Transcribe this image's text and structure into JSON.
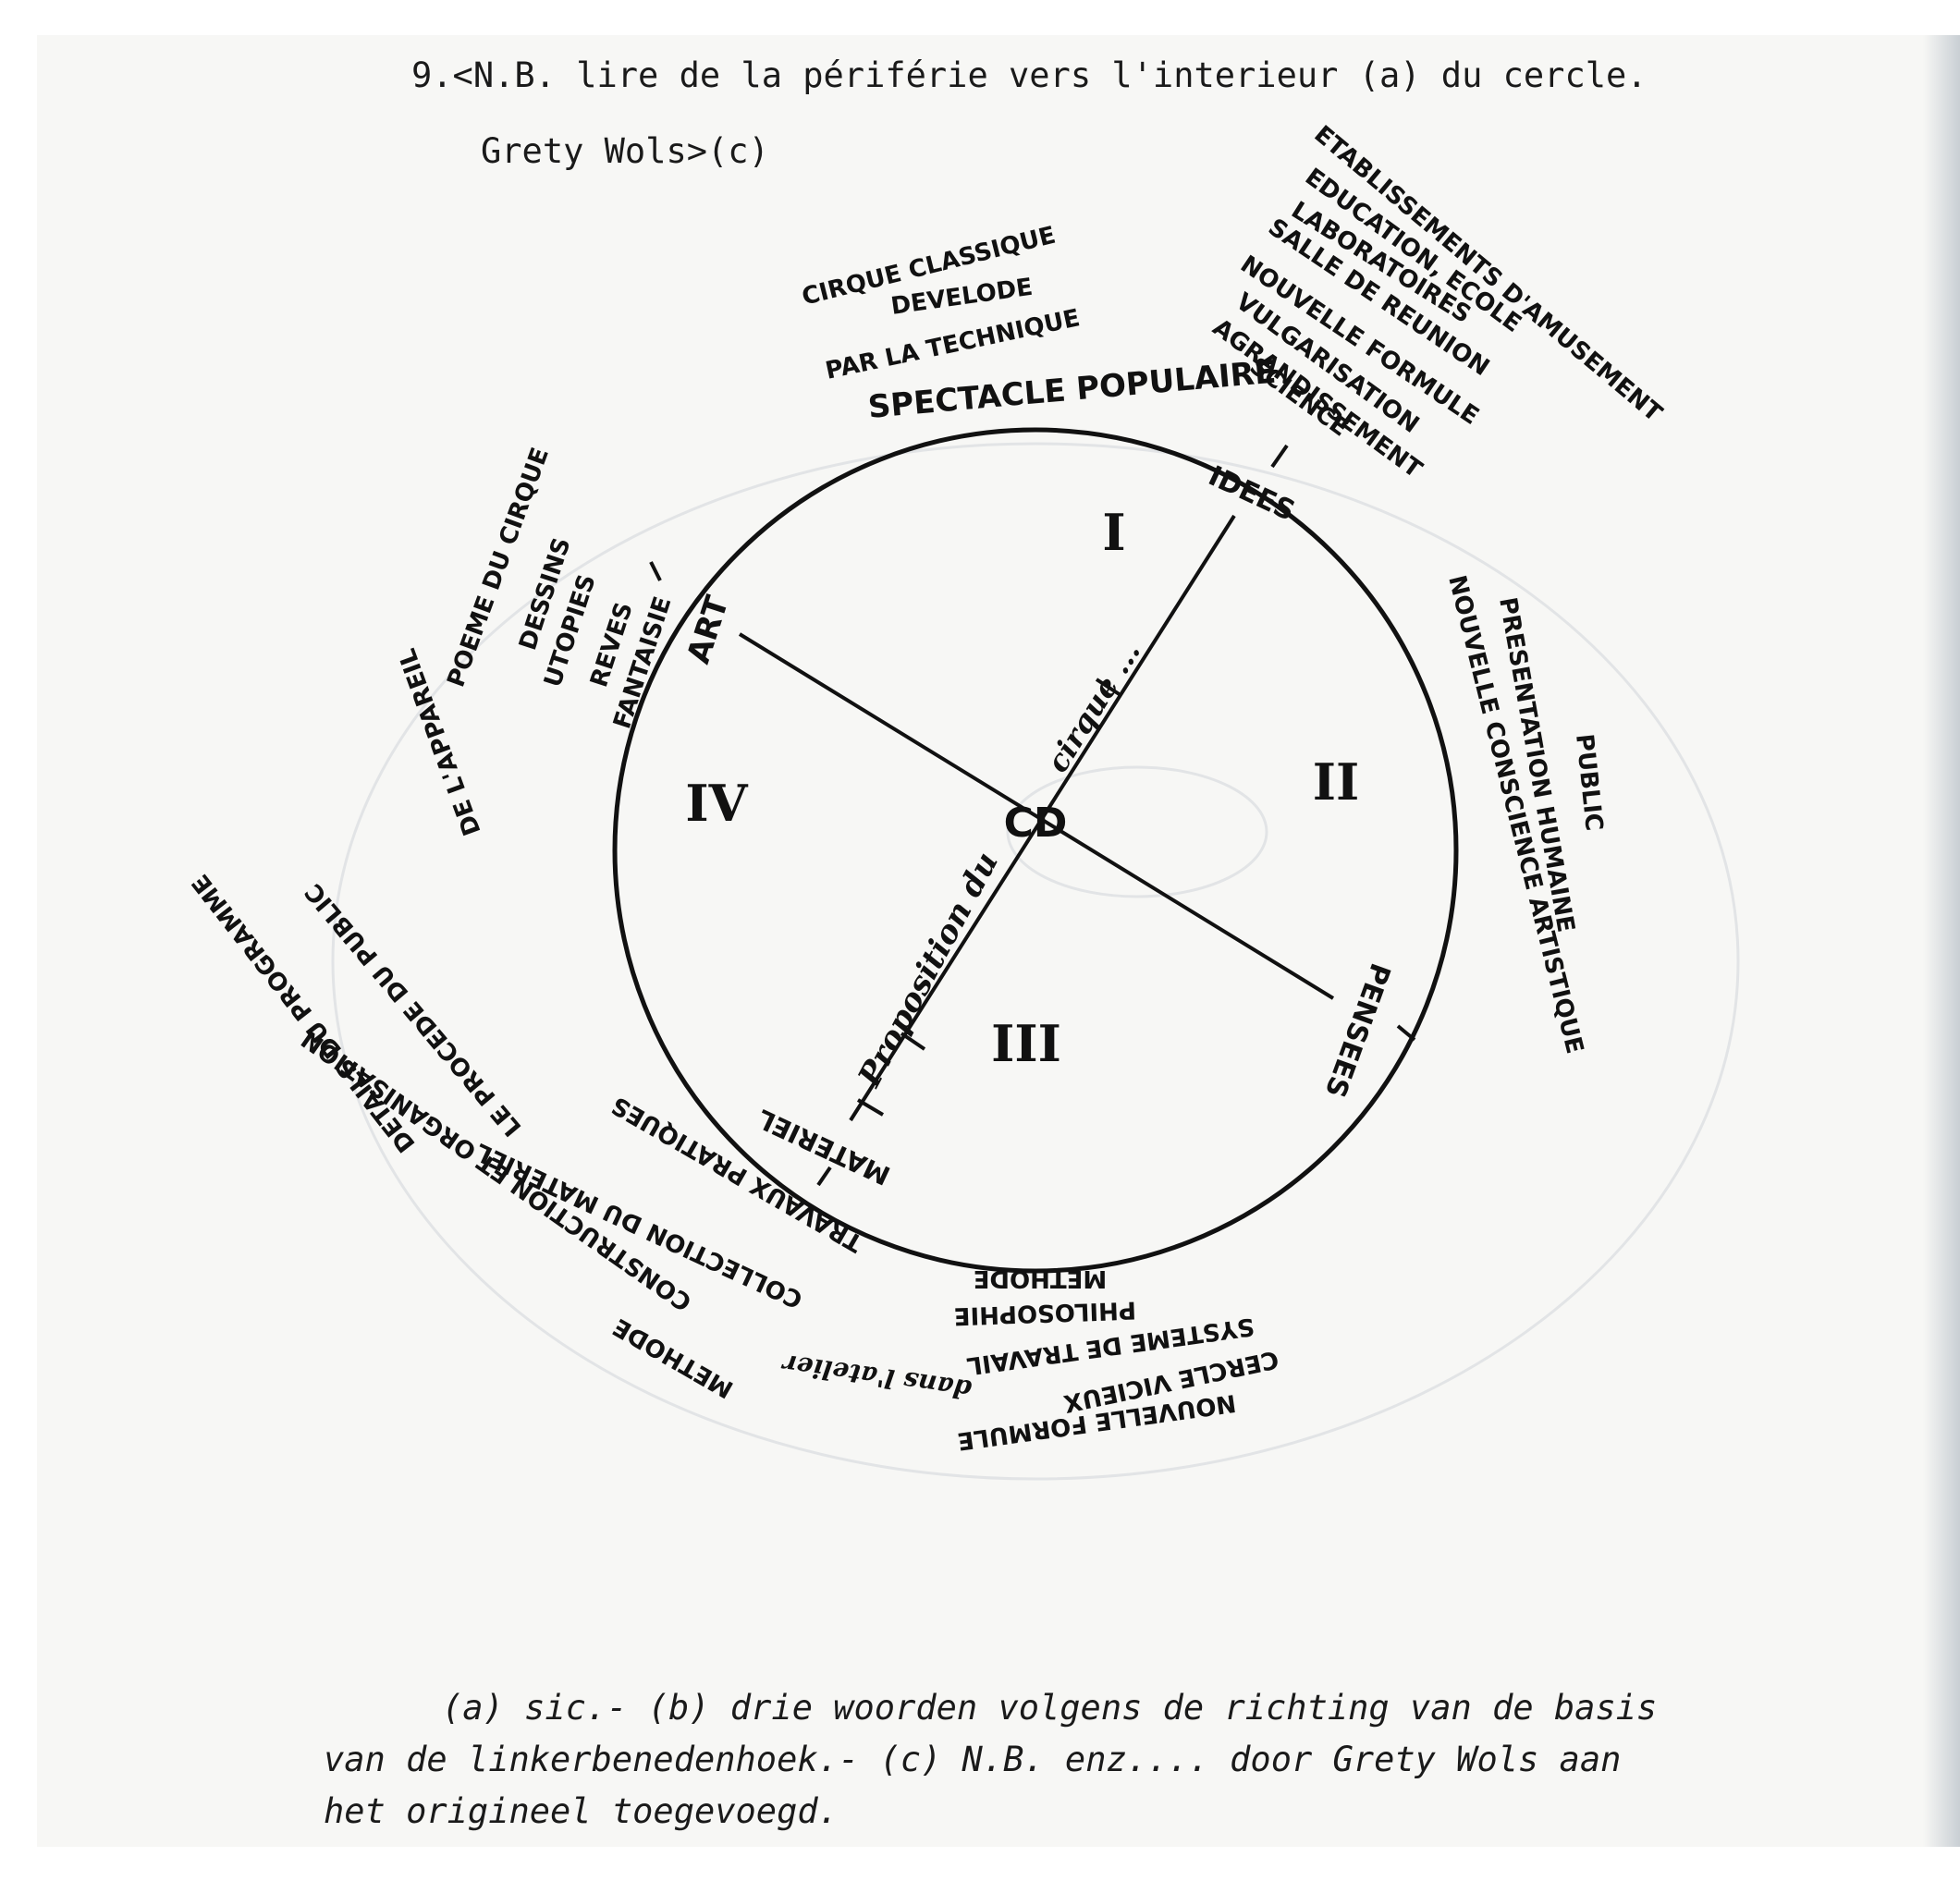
{
  "header": {
    "line1": "9.<N.B. lire de la périférie vers l'interieur (a) du cercle.",
    "line2": "Grety Wols>(c)"
  },
  "diagram": {
    "center_label": "CD",
    "axis_labels": {
      "ideas": "IDEES",
      "art": "ART",
      "pensees": "PENSEES",
      "materiel": "MATERIEL"
    },
    "axis_phrases": {
      "upper": "cirque ...",
      "lower": "Proposition du"
    },
    "quadrants": [
      "I",
      "II",
      "III",
      "IV"
    ],
    "top_left_group": [
      "CIRQUE CLASSIQUE",
      "DEVELODE",
      "PAR LA TECHNIQUE"
    ],
    "rim_label": "SPECTACLE POPULAIRE",
    "top_right_group": [
      "ETABLISSEMENTS D'AMUSEMENT",
      "EDUCATION, ECOLE",
      "LABORATOIRES",
      "SALLE DE REUNION",
      "NOUVELLE FORMULE",
      "VULGARISATION",
      "AGRANDISSEMENT",
      "SCIENCE"
    ],
    "right_group": [
      "PUBLIC",
      "PRESENTATION HUMAINE",
      "NOUVELLE CONSCIENCE ARTISTIQUE"
    ],
    "left_group": [
      "POEME DU CIRQUE",
      "DESSINS",
      "UTOPIES",
      "REVES",
      "FANTAISIE"
    ],
    "bottom_center_group": [
      "METHODE",
      "PHILOSOPHIE",
      "SYSTEME DE TRAVAIL",
      "CERCLE VICIEUX",
      "NOUVELLE FORMULE"
    ],
    "handwritten_note": "dans l'atelier",
    "bottom_left_group": [
      "DETAILS DU PROGRAMME",
      "METHODE",
      "LE PROCEDE DU PUBLIC",
      "CONSTRUCTION ET ORGANISATION",
      "COLLECTION DU MATERIEL",
      "DE L'APPAREIL",
      "TRAVAUX PRATIQUES"
    ]
  },
  "footnotes": {
    "line1": "(a) sic.- (b) drie woorden volgens de richting van de basis",
    "line2": "van de linkerbenedenhoek.- (c) N.B. enz.... door Grety Wols aan",
    "line3": "het origineel toegevoegd."
  }
}
